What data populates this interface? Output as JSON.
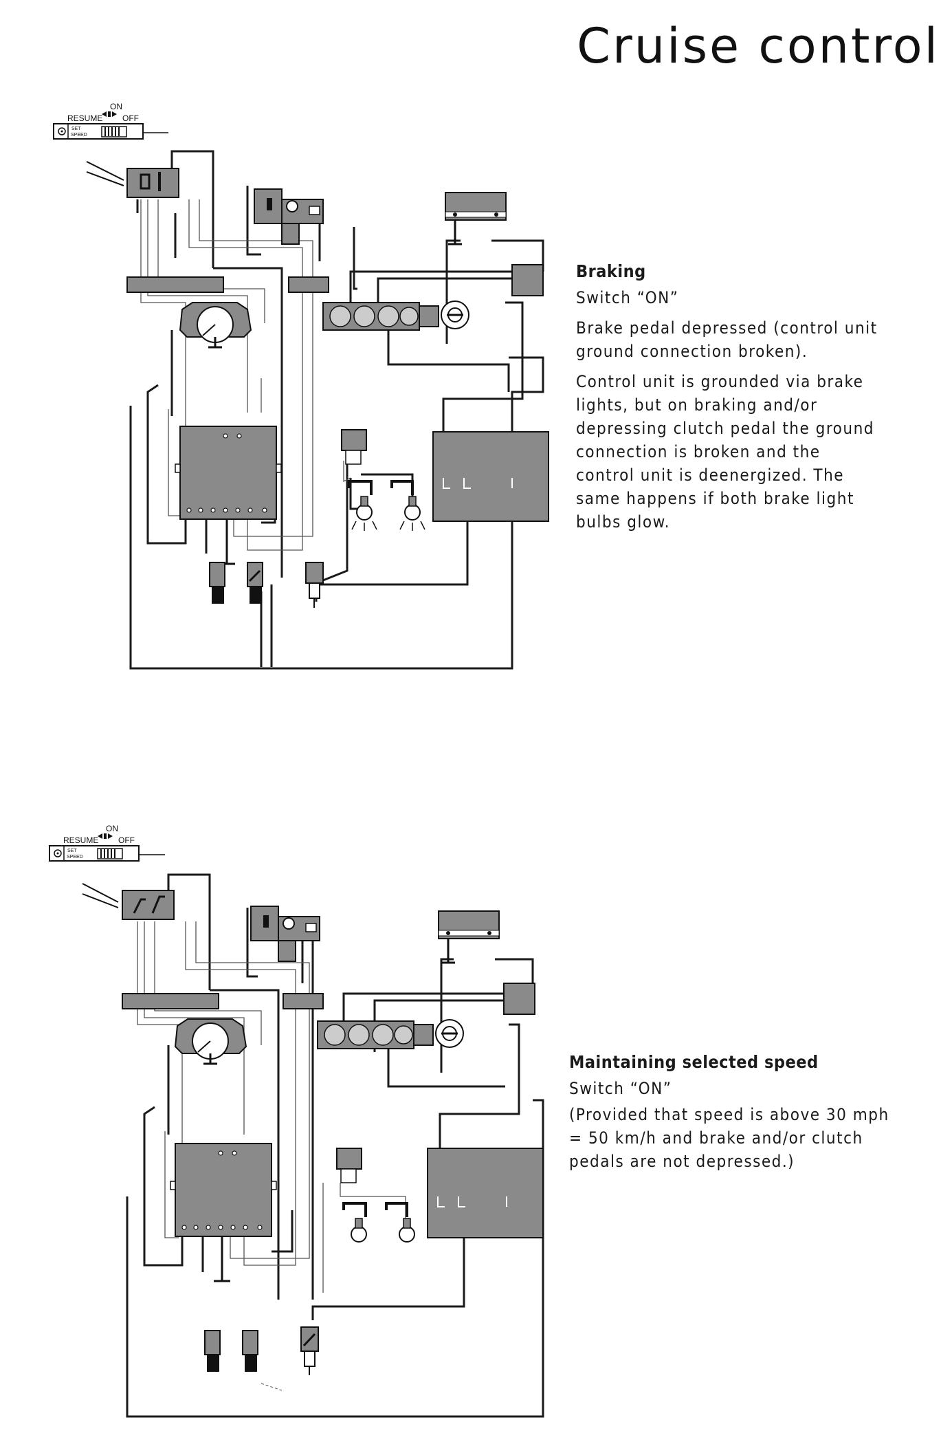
{
  "page": {
    "title": "Cruise control"
  },
  "diagram_labels": {
    "switch_on": "ON",
    "switch_resume": "RESUME",
    "switch_off": "OFF",
    "switch_set": "SET",
    "switch_speed": "SPEED"
  },
  "sections": [
    {
      "heading": "Braking",
      "paragraphs": [
        "Switch “ON”",
        "Brake pedal depressed (control unit ground connection broken).",
        "Control unit is grounded via brake lights, but on braking and/or depressing clutch pedal the ground connection is broken and the control unit is deenergized. The same happens if both brake light bulbs glow."
      ]
    },
    {
      "heading": "Maintaining selected speed",
      "paragraphs": [
        "Switch “ON”",
        "(Provided that speed is above 30 mph = 50 km/h and brake and/or clutch pedals are not depressed.)"
      ]
    }
  ],
  "colors": {
    "component_fill": "#8a8a8a",
    "wire": "#1a1a1a",
    "background": "#ffffff"
  }
}
